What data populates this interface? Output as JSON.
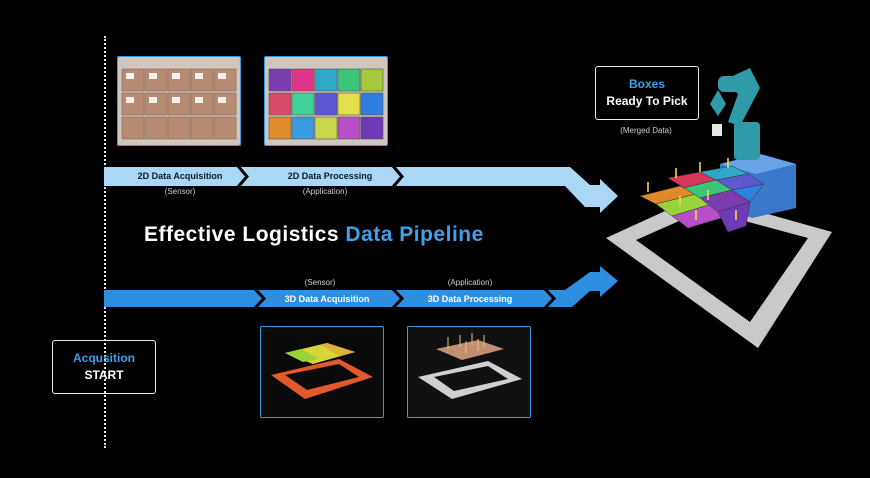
{
  "title": {
    "main": "Effective Logistics",
    "accent": "Data Pipeline"
  },
  "start_box": {
    "line1": "Acqusition",
    "line2": "START"
  },
  "pick_box": {
    "line1": "Boxes",
    "line2": "Ready To Pick",
    "caption": "(Merged Data)"
  },
  "flow_2d": {
    "stage1": {
      "label": "2D Data Acquisition",
      "caption": "(Sensor)"
    },
    "stage2": {
      "label": "2D Data Processing",
      "caption": "(Application)"
    }
  },
  "flow_3d": {
    "stage1": {
      "label": "3D Data Acquisition",
      "caption": "(Sensor)"
    },
    "stage2": {
      "label": "3D Data Processing",
      "caption": "(Application)"
    }
  },
  "colors": {
    "light_arrow": "#a9d7f5",
    "dark_arrow": "#2e8ee0",
    "accent": "#3fa0ea",
    "card_border": "#3a9be0"
  }
}
